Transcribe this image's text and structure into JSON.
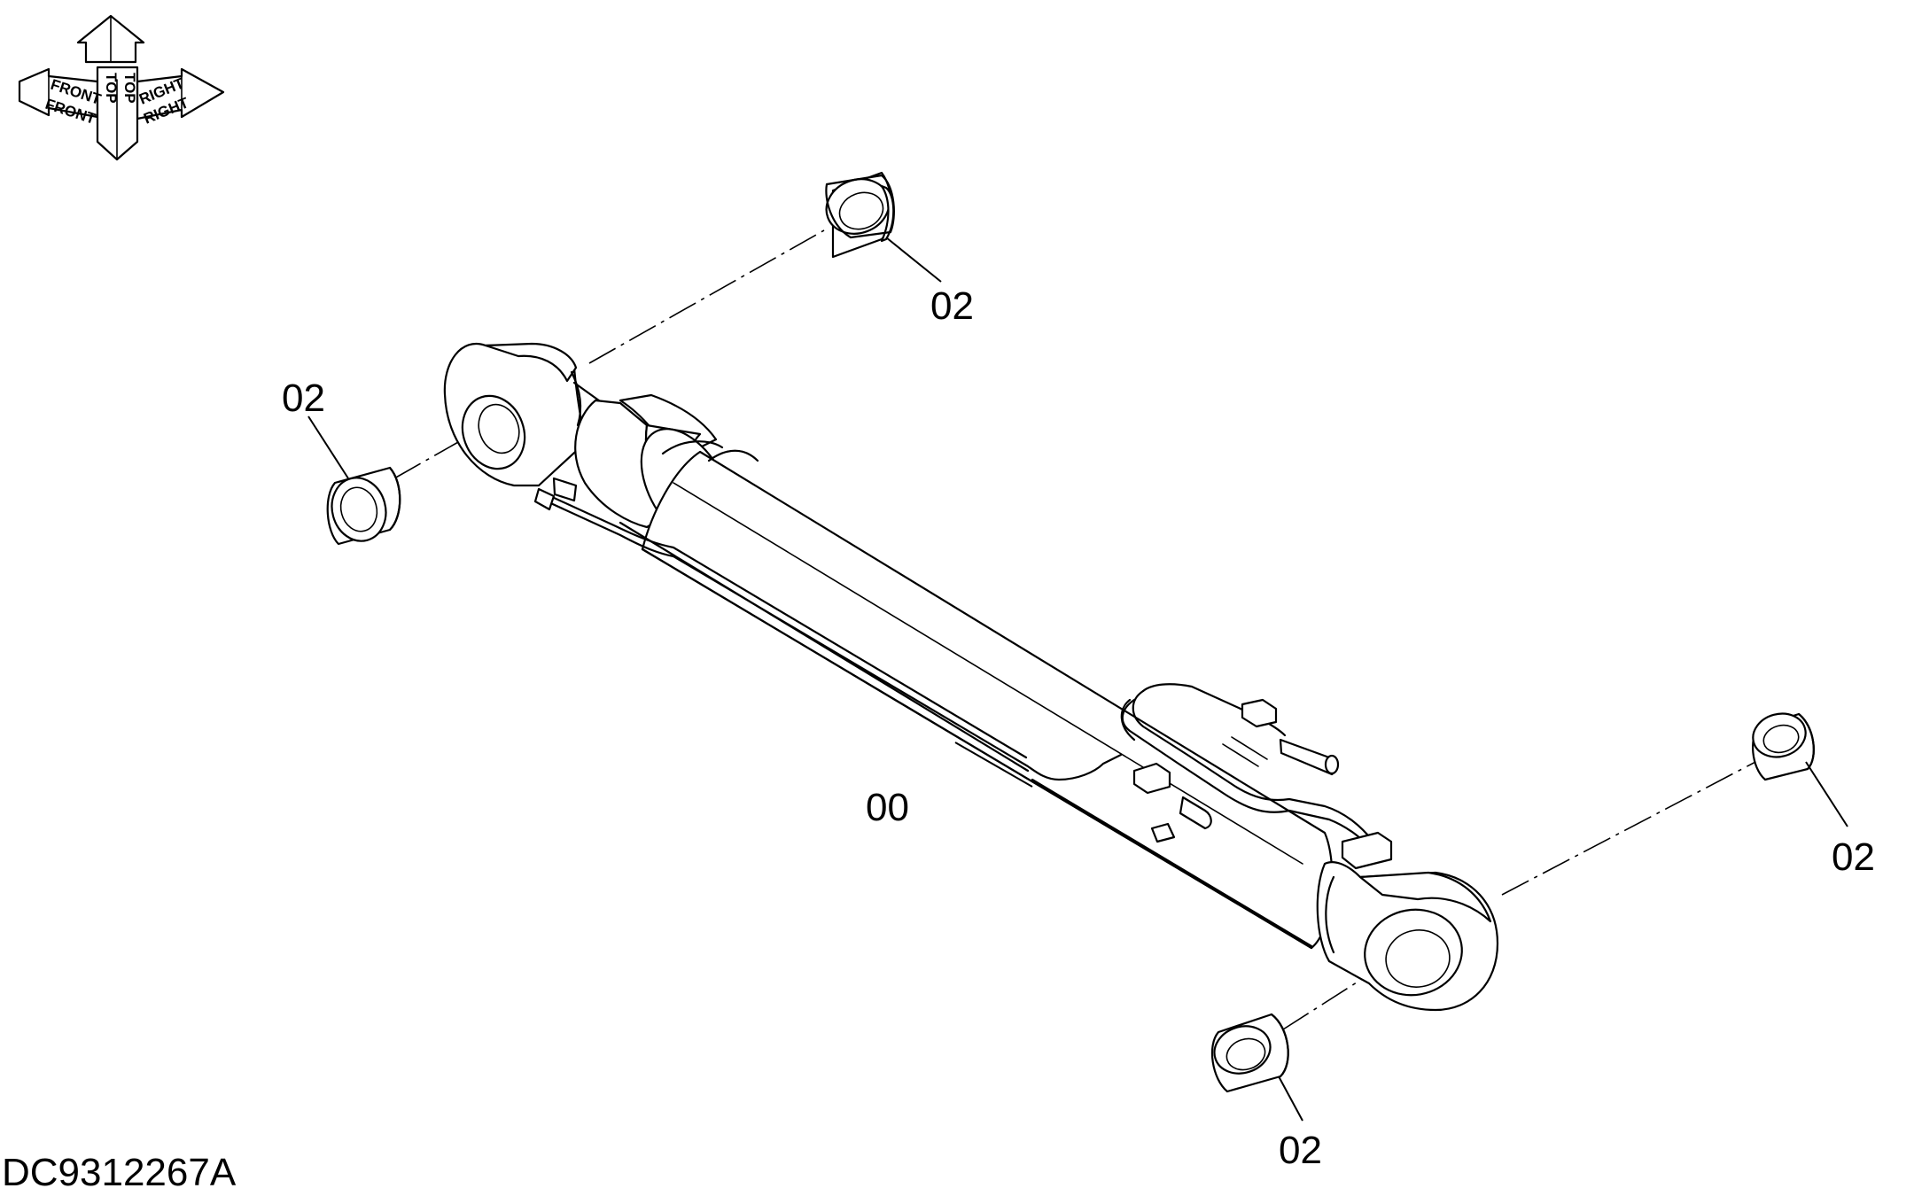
{
  "drawing": {
    "number": "DC9312267A",
    "orientation": {
      "front": "FRONT",
      "top": "TOP",
      "right": "RIGHT"
    },
    "callouts": [
      {
        "id": "00",
        "part": "cylinder-assembly"
      },
      {
        "id": "02",
        "part": "bushing-top"
      },
      {
        "id": "02",
        "part": "bushing-left"
      },
      {
        "id": "02",
        "part": "bushing-right"
      },
      {
        "id": "02",
        "part": "bushing-bottom"
      }
    ]
  }
}
